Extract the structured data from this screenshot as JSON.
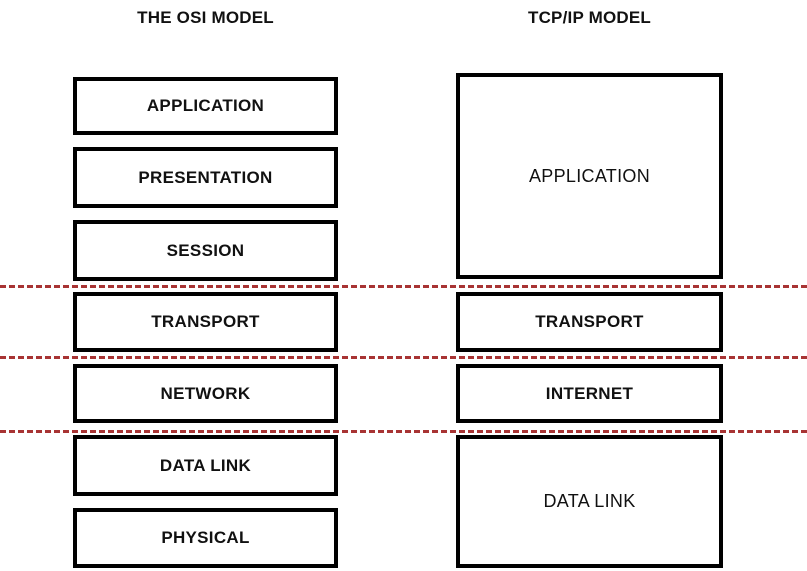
{
  "diagram": {
    "type": "layered-stack-comparison",
    "background_color": "#ffffff",
    "box_border_color": "#000000",
    "divider_color": "#a83434"
  },
  "left_model": {
    "title": "THE OSI MODEL",
    "layers": [
      {
        "label": "APPLICATION"
      },
      {
        "label": "PRESENTATION"
      },
      {
        "label": "SESSION"
      },
      {
        "label": "TRANSPORT"
      },
      {
        "label": "NETWORK"
      },
      {
        "label": "DATA LINK"
      },
      {
        "label": "PHYSICAL"
      }
    ]
  },
  "right_model": {
    "title": "TCP/IP MODEL",
    "layers": [
      {
        "label": "APPLICATION"
      },
      {
        "label": "TRANSPORT"
      },
      {
        "label": "INTERNET"
      },
      {
        "label": "DATA LINK"
      }
    ]
  },
  "dividers": [
    {
      "name": "session-transport-divider"
    },
    {
      "name": "transport-network-divider"
    },
    {
      "name": "network-datalink-divider"
    }
  ]
}
